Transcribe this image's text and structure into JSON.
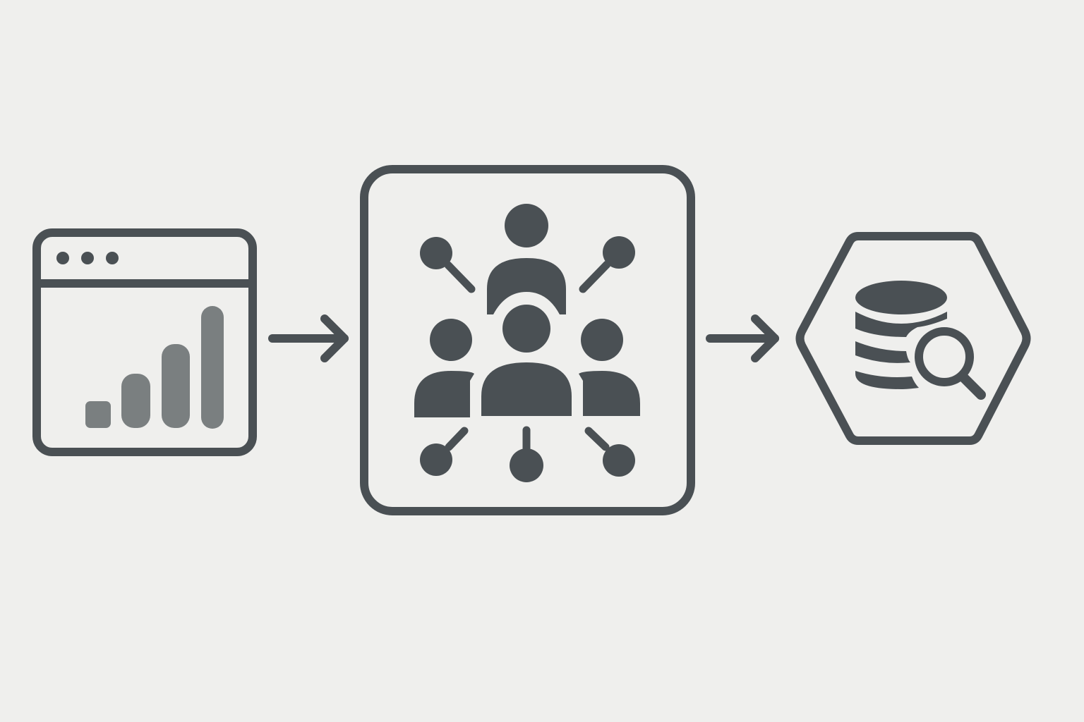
{
  "diagram": {
    "type": "flow",
    "direction": "left-to-right",
    "nodes": [
      {
        "id": "analytics",
        "icon": "browser-bar-chart-icon"
      },
      {
        "id": "audience",
        "icon": "people-network-icon"
      },
      {
        "id": "data",
        "icon": "database-search-icon"
      }
    ],
    "edges": [
      {
        "from": "analytics",
        "to": "audience"
      },
      {
        "from": "audience",
        "to": "data"
      }
    ]
  },
  "colors": {
    "background": "#efefed",
    "stroke": "#4a5054",
    "fill": "#4a5054",
    "bar": "#7a7f80"
  }
}
